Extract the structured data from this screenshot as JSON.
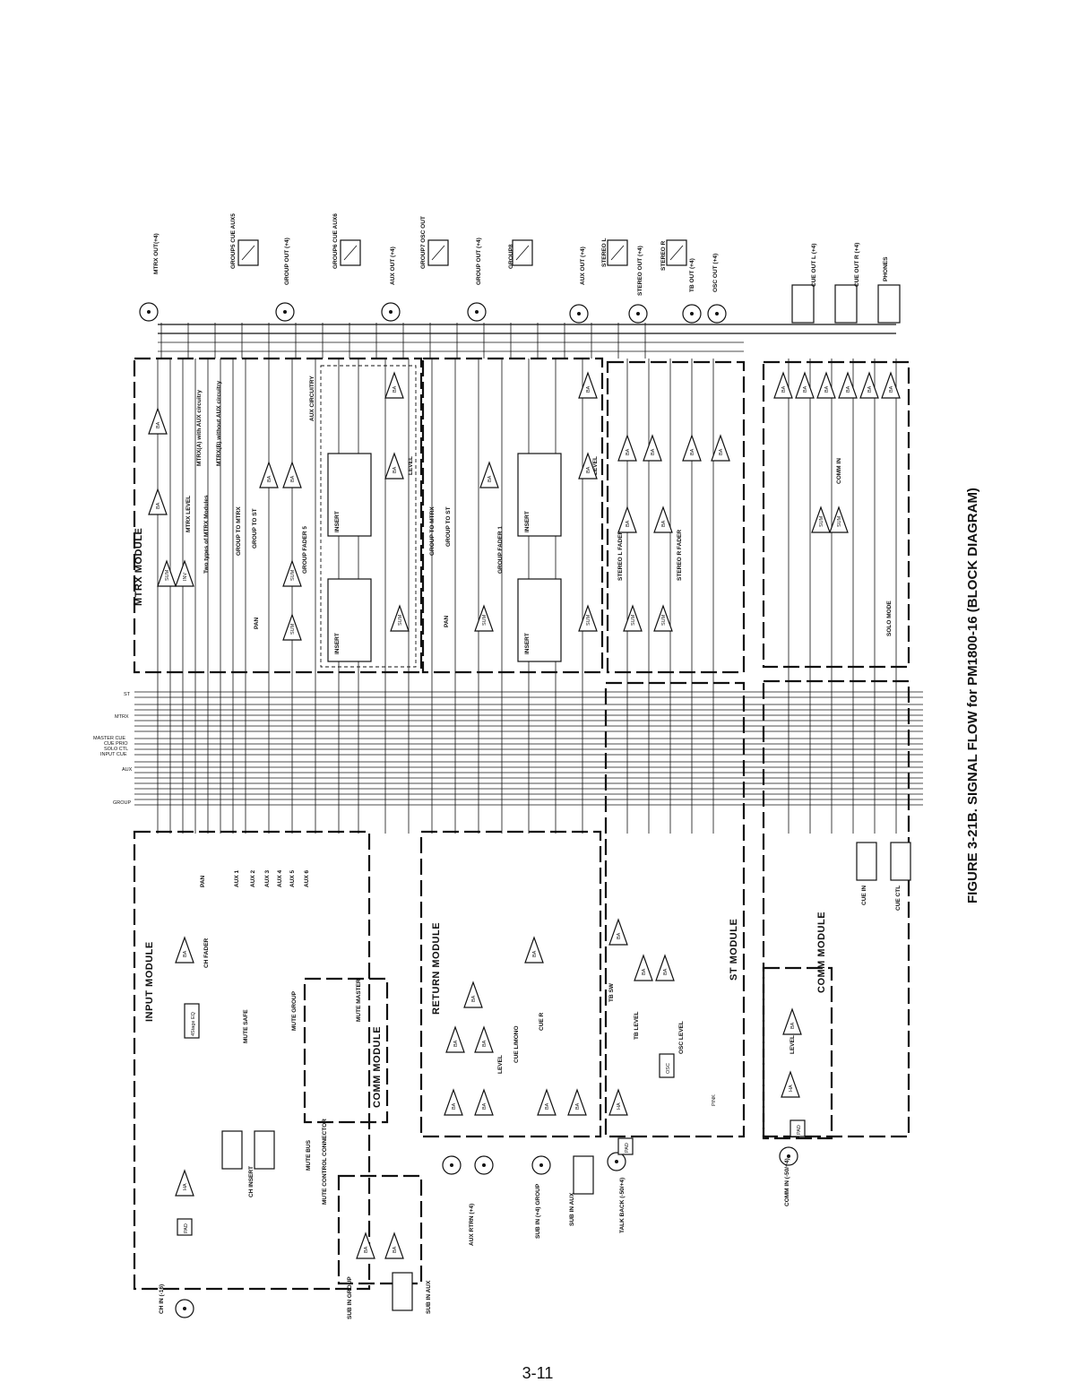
{
  "figure": {
    "caption": "FIGURE 3-21B. SIGNAL FLOW for PM1800-16 (BLOCK DIAGRAM)",
    "page_number": "3-11"
  },
  "modules": {
    "mtrx": "MTRX MODULE",
    "input": "INPUT MODULE",
    "return": "RETURN MODULE",
    "st": "ST MODULE",
    "comm": "COMM MODULE",
    "comm_mute": "COMM MODULE",
    "aux_circuitry": "AUX CIRCUITRY"
  },
  "notes": {
    "two_types": "Two types of MTRX Modules",
    "mtrx_a": "MTRX(A) with AUX circuitry",
    "mtrx_b": "MTRX(B) without AUX circuitry"
  },
  "bus_labels": {
    "st": "ST",
    "mtrx": "MTRX",
    "master_cue": "MASTER CUE",
    "cue_prio": "CUE PRIO",
    "solo_ctl": "SOLO CTL",
    "input_cue": "INPUT CUE",
    "aux": "AUX",
    "group": "GROUP"
  },
  "top_outputs": {
    "mtrx_out": "MTRX OUT(+4)",
    "group_aux": "GROUP5 CUE AUX5",
    "group_out": "GROUP OUT (+4)",
    "group6": "GROUP6 CUE AUX6",
    "aux_out": "AUX OUT (+4)",
    "group7": "GROUP7 OSC OUT",
    "group_out_2": "GROUP OUT (+4)",
    "group8": "GROUP8",
    "aux_out_2": "AUX OUT (+4)",
    "stereo_l": "STEREO L",
    "stereo_out": "STEREO OUT (+4)",
    "stereo_r": "STEREO R",
    "tb_out": "TB OUT (+4)",
    "osc_out": "OSC OUT (+4)",
    "cue_out_l": "CUE OUT L (+4)",
    "cue_out_r": "CUE OUT R (+4)",
    "phones": "PHONES"
  },
  "bottom_inputs": {
    "ch_in": "CH IN (-16)",
    "ch_insert": "CH INSERT",
    "mute_bus": "MUTE BUS",
    "mute_control": "MUTE CONTROL CONNECTOR",
    "sub_in_group": "SUB IN GROUP",
    "sub_in_aux": "SUB IN AUX",
    "aux_rtrn": "AUX RTRN (+4)",
    "sub_in_group_r": "SUB IN (+4) GROUP",
    "sub_in_aux_r": "SUB IN AUX",
    "talk_back": "TALK BACK (-50/+4)",
    "cue_in": "CUE IN",
    "cue_ctl": "CUE CTL",
    "comm_in": "COMM IN (-50/+4)"
  },
  "blocks": {
    "ch_fader": "CH FADER",
    "eq": "4Stage EQ",
    "mute_safe": "MUTE SAFE",
    "mute_group": "MUTE GROUP",
    "mute_master": "MUTE MASTER",
    "pan": "PAN",
    "group_to_mtrx": "GROUP TO MTRX",
    "group_to_st": "GROUP TO ST",
    "group_fader_5": "GROUP FADER 5",
    "group_fader_1": "GROUP FADER 1",
    "insert": "INSERT",
    "mtrx_level": "MTRX LEVEL",
    "level": "LEVEL",
    "stereo_l_fader": "STEREO L FADER",
    "stereo_r_fader": "STEREO R FADER",
    "cue_l_mono": "CUE L/MONO",
    "cue_r": "CUE R",
    "tb_level": "TB LEVEL",
    "osc_level": "OSC LEVEL",
    "osc": "OSC",
    "pink": "PINK",
    "tb_sw": "TB SW",
    "solo_mode": "SOLO MODE",
    "comm_in_blk": "COMM IN",
    "ba": "BA",
    "ha": "HA",
    "sum": "SUM",
    "inv": "INV",
    "pad": "PAD"
  },
  "aux_labels": [
    "AUX 1",
    "AUX 2",
    "AUX 3",
    "AUX 4",
    "AUX 5",
    "AUX 6"
  ]
}
